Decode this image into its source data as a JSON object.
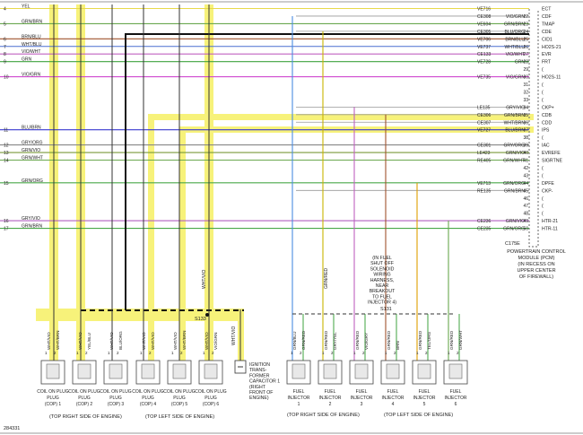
{
  "figure_id": "284331",
  "left_rows": [
    {
      "num": "4",
      "label": "YEL"
    },
    {
      "num": "5",
      "label": "GRN/BRN"
    },
    {
      "num": "6",
      "label": "BRN/BLU"
    },
    {
      "num": "7",
      "label": "WHT/BLU"
    },
    {
      "num": "8",
      "label": "VIO/WHT"
    },
    {
      "num": "9",
      "label": "GRN"
    },
    {
      "num": "10",
      "label": "VIO/GRN"
    },
    {
      "num": "11",
      "label": "BLU/BRN"
    },
    {
      "num": "12",
      "label": "GRY/ORG"
    },
    {
      "num": "13",
      "label": "GRN/VIO"
    },
    {
      "num": "14",
      "label": "GRN/WHT"
    },
    {
      "num": "15",
      "label": "GRN/ORG"
    },
    {
      "num": "16",
      "label": "GRY/VIO"
    },
    {
      "num": "17",
      "label": "GRN/BRN"
    }
  ],
  "pcm_pins": [
    {
      "circ": "VE716",
      "color": "",
      "pin": "",
      "sig": "ECT"
    },
    {
      "circ": "CE308",
      "color": "VIO/GRN",
      "pin": "22",
      "sig": "CDF"
    },
    {
      "circ": "VE604",
      "color": "GRN/BRN",
      "pin": "23",
      "sig": "TMAP"
    },
    {
      "circ": "CE305",
      "color": "BLU/ORG",
      "pin": "24",
      "sig": "CDE"
    },
    {
      "circ": "VE706",
      "color": "BRN/BLU",
      "pin": "25",
      "sig": "CID1"
    },
    {
      "circ": "VE737",
      "color": "WHT/BLU",
      "pin": "26",
      "sig": "HO2S-21"
    },
    {
      "circ": "CE133",
      "color": "VIO/WHT",
      "pin": "27",
      "sig": "EVR"
    },
    {
      "circ": "VE728",
      "color": "GRN",
      "pin": "28",
      "sig": "FRT"
    },
    {
      "circ": "",
      "color": "",
      "pin": "29",
      "sig": "("
    },
    {
      "circ": "VE735",
      "color": "VIO/GRN",
      "pin": "30",
      "sig": "HO2S-11"
    },
    {
      "circ": "",
      "color": "",
      "pin": "31",
      "sig": "("
    },
    {
      "circ": "",
      "color": "",
      "pin": "32",
      "sig": "("
    },
    {
      "circ": "",
      "color": "",
      "pin": "33",
      "sig": "("
    },
    {
      "circ": "LE135",
      "color": "GRY/VIO",
      "pin": "34",
      "sig": "CKP+"
    },
    {
      "circ": "CE306",
      "color": "GRN/BRN",
      "pin": "35",
      "sig": "CDB"
    },
    {
      "circ": "CE307",
      "color": "WHT/BRN",
      "pin": "36",
      "sig": "CDD"
    },
    {
      "circ": "VE727",
      "color": "BLU/BRN",
      "pin": "37",
      "sig": "IPS"
    },
    {
      "circ": "",
      "color": "",
      "pin": "38",
      "sig": "("
    },
    {
      "circ": "CE301",
      "color": "GRY/ORG",
      "pin": "39",
      "sig": "IAC"
    },
    {
      "circ": "LE423",
      "color": "GRN/VIO",
      "pin": "40",
      "sig": "EVREFE"
    },
    {
      "circ": "RE405",
      "color": "GRN/WHT",
      "pin": "41",
      "sig": "SIGRTNE"
    },
    {
      "circ": "",
      "color": "",
      "pin": "42",
      "sig": "("
    },
    {
      "circ": "",
      "color": "",
      "pin": "43",
      "sig": "("
    },
    {
      "circ": "VE713",
      "color": "GRN/ORG",
      "pin": "44",
      "sig": "DPFE"
    },
    {
      "circ": "RE135",
      "color": "GRN/BRN",
      "pin": "45",
      "sig": "CKP-"
    },
    {
      "circ": "",
      "color": "",
      "pin": "46",
      "sig": "("
    },
    {
      "circ": "",
      "color": "",
      "pin": "47",
      "sig": "("
    },
    {
      "circ": "",
      "color": "",
      "pin": "48",
      "sig": "("
    },
    {
      "circ": "CE236",
      "color": "GRN/VIO",
      "pin": "49",
      "sig": "HTR-21"
    },
    {
      "circ": "CE235",
      "color": "GRN/ORG",
      "pin": "50",
      "sig": "HTR-11"
    }
  ],
  "pcm": {
    "connector_id": "C175E",
    "label_lines": [
      "POWERTRAIN CONTROL",
      "MODULE (PCM)",
      "(IN RECESS ON",
      "UPPER CENTER",
      "OF FIREWALL)"
    ]
  },
  "splice": {
    "s133": "S133",
    "s131": "S131"
  },
  "coil_feed_wire": "WHT/VIO",
  "harness_note": [
    "(IN FUEL",
    "SHUT OFF",
    "SOLENOID",
    "WIRING",
    "HARNESS,",
    "NEAR",
    "BREAKOUT",
    "TO FUEL",
    "INJECTOR 4)"
  ],
  "coils": [
    {
      "n": "1",
      "w1": "WHT/VIO",
      "w2": "WHT/BRN",
      "title": "COIL ON PLUG",
      "sub": "(COP) 1"
    },
    {
      "n": "2",
      "w1": "WHT/VIO",
      "w2": "YEL/BLU",
      "title": "COIL ON PLUG",
      "sub": "(COP) 2"
    },
    {
      "n": "3",
      "w1": "WHT/VIO",
      "w2": "BLU/ORG",
      "title": "COIL ON PLUG",
      "sub": "(COP) 3"
    },
    {
      "n": "4",
      "w1": "WHT/VIO",
      "w2": "WHT/VIO",
      "title": "COIL ON PLUG",
      "sub": "(COP) 4"
    },
    {
      "n": "5",
      "w1": "WHT/VIO",
      "w2": "WHT/BRN",
      "title": "COIL ON PLUG",
      "sub": "(COP) 5"
    },
    {
      "n": "6",
      "w1": "WHT/VIO",
      "w2": "VIO/GRN",
      "title": "COIL ON PLUG",
      "sub": "(COP) 6"
    }
  ],
  "capacitor": {
    "wire": "WHT/VIO",
    "lines": [
      "IGNITION",
      "TRANS-",
      "FORMER",
      "CAPACITOR 1",
      "(RIGHT",
      "FRONT OF",
      "ENGINE)"
    ]
  },
  "injectors": [
    {
      "n": "1",
      "w1": "GRN/BLU",
      "w2": "GRN/RED",
      "title": "FUEL",
      "sub": "INJECTOR",
      "num": "1"
    },
    {
      "n": "2",
      "w1": "GRN/RED",
      "w2": "GRY/YEL",
      "title": "FUEL",
      "sub": "INJECTOR",
      "num": "2"
    },
    {
      "n": "3",
      "w1": "GRN/RED",
      "w2": "VIO/GRY",
      "title": "FUEL",
      "sub": "INJECTOR",
      "num": "3"
    },
    {
      "n": "4",
      "w1": "GRN/RED",
      "w2": "BRN",
      "title": "FUEL",
      "sub": "INJECTOR",
      "num": "4"
    },
    {
      "n": "5",
      "w1": "GRN/RED",
      "w2": "TEL/ORG",
      "title": "FUEL",
      "sub": "INJECTOR",
      "num": "5"
    },
    {
      "n": "6",
      "w1": "GRN/RED",
      "w2": "GRN/WHT",
      "title": "FUEL",
      "sub": "INJECTOR",
      "num": "6"
    }
  ],
  "inj_feed_wire": "GRN/RED",
  "group_labels": {
    "coil_right": "(TOP RIGHT SIDE OF ENGINE)",
    "coil_left": "(TOP LEFT SIDE OF ENGINE)",
    "inj_right": "(TOP RIGHT SIDE OF ENGINE)",
    "inj_left": "(TOP LEFT SIDE OF ENGINE)"
  },
  "colors": {
    "highlight": "#f7f27a",
    "wire": "#333333"
  }
}
